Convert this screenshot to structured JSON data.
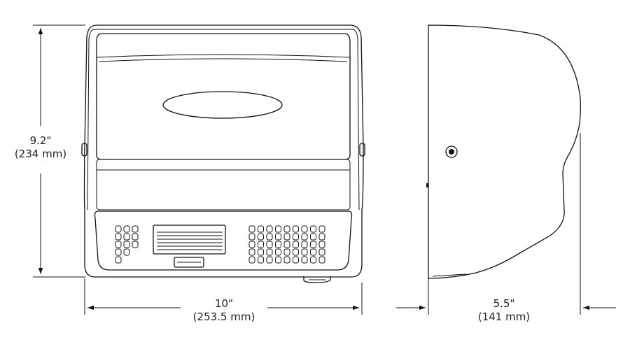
{
  "dimensions": {
    "height": {
      "imperial": "9.2\"",
      "metric": "(234 mm)"
    },
    "width": {
      "imperial": "10\"",
      "metric": "(253.5 mm)"
    },
    "depth": {
      "imperial": "5.5\"",
      "metric": "(141 mm)"
    }
  },
  "colors": {
    "line": "#111111",
    "background": "#ffffff"
  }
}
